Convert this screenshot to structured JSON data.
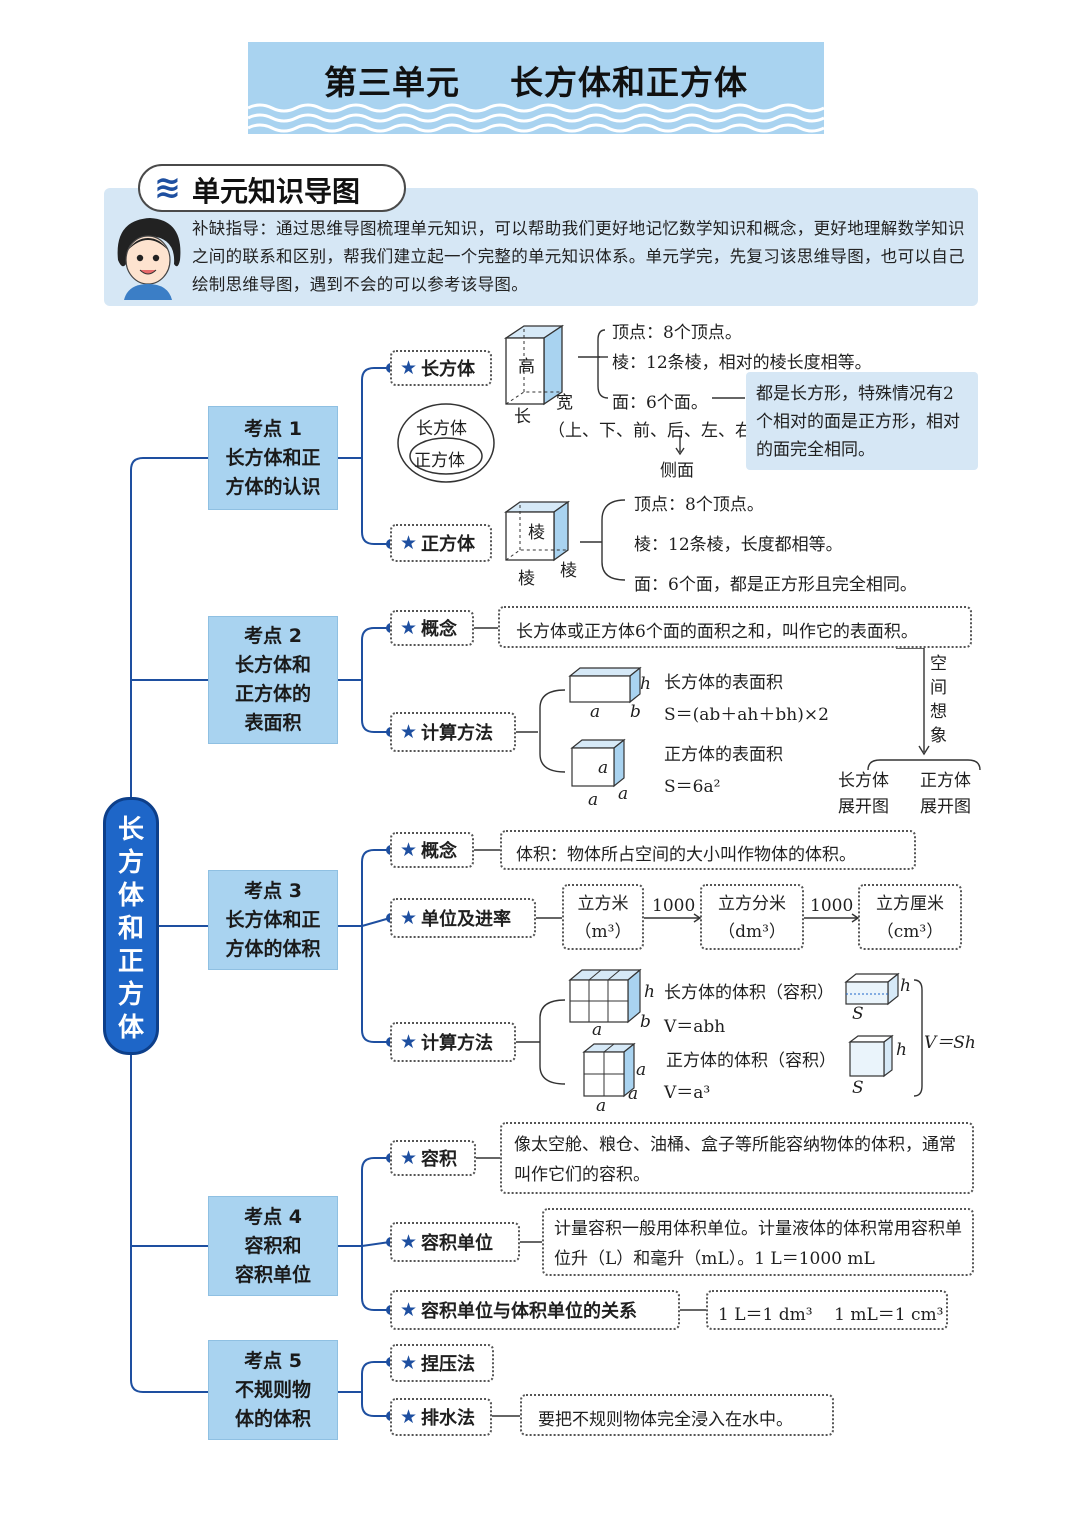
{
  "header": {
    "title": "第三单元    长方体和正方体"
  },
  "section": {
    "icon": "lines-icon",
    "title": "单元知识导图"
  },
  "tip": {
    "text": "补缺指导：通过思维导图梳理单元知识，可以帮助我们更好地记忆数学知识和概念，更好地理解数学知识之间的联系和区别，帮我们建立起一个完整的单元知识体系。单元学完，先复习该思维导图，也可以自己绘制思维导图，遇到不会的可以参考该导图。"
  },
  "root": {
    "chars": [
      "长",
      "方",
      "体",
      "和",
      "正",
      "方",
      "体"
    ]
  },
  "kp1": {
    "lines": [
      "考点 1",
      "长方体和正",
      "方体的认识"
    ],
    "cuboid": {
      "label": "长方体",
      "box_high": "高",
      "box_long": "长",
      "box_wide": "宽",
      "vertex": "顶点：8个顶点。",
      "edge": "棱：12条棱，相对的棱长度相等。",
      "face": "面：6个面。",
      "faces_list": "（上、下、前、后、左、右）",
      "side_faces": "侧面",
      "note": "都是长方形，特殊情况有2个相对的面是正方形，相对的面完全相同。"
    },
    "venn": {
      "outer": "长方体",
      "inner": "正方体"
    },
    "cube": {
      "label": "正方体",
      "edge_label": "棱",
      "vertex": "顶点：8个顶点。",
      "edge": "棱：12条棱，长度都相等。",
      "face": "面：6个面，都是正方形且完全相同。"
    }
  },
  "kp2": {
    "lines": [
      "考点 2",
      "长方体和",
      "正方体的",
      "表面积"
    ],
    "concept": {
      "label": "概念",
      "text": "长方体或正方体6个面的面积之和，叫作它的表面积。"
    },
    "method": {
      "label": "计算方法",
      "cuboid_title": "长方体的表面积",
      "cuboid_formula": "S＝(ab＋ah＋bh)×2",
      "cube_title": "正方体的表面积",
      "cube_formula": "S＝6a²",
      "var_a": "a",
      "var_b": "b",
      "var_h": "h"
    },
    "imagine": [
      "空",
      "间",
      "想",
      "象"
    ],
    "net_cuboid": [
      "长方体",
      "展开图"
    ],
    "net_cube": [
      "正方体",
      "展开图"
    ]
  },
  "kp3": {
    "lines": [
      "考点 3",
      "长方体和正",
      "方体的体积"
    ],
    "concept": {
      "label": "概念",
      "text": "体积：物体所占空间的大小叫作物体的体积。"
    },
    "units": {
      "label": "单位及进率",
      "rate1": "1000",
      "rate2": "1000",
      "items": [
        {
          "name": "立方米",
          "sym": "（m³）"
        },
        {
          "name": "立方分米",
          "sym": "（dm³）"
        },
        {
          "name": "立方厘米",
          "sym": "（cm³）"
        }
      ]
    },
    "method": {
      "label": "计算方法",
      "cuboid_title": "长方体的体积（容积）",
      "cuboid_formula": "V＝abh",
      "cube_title": "正方体的体积（容积）",
      "cube_formula": "V＝a³",
      "general": "V＝Sh",
      "var_s": "S"
    }
  },
  "kp4": {
    "lines": [
      "考点 4",
      "容积和",
      "容积单位"
    ],
    "capacity": {
      "label": "容积",
      "text": "像太空舱、粮仓、油桶、盒子等所能容纳物体的体积，通常叫作它们的容积。"
    },
    "unit": {
      "label": "容积单位",
      "text": "计量容积一般用体积单位。计量液体的体积常用容积单位升（L）和毫升（mL）。1 L＝1000 mL"
    },
    "relation": {
      "label": "容积单位与体积单位的关系",
      "text": "1 L＝1 dm³    1 mL＝1 cm³"
    }
  },
  "kp5": {
    "lines": [
      "考点 5",
      "不规则物",
      "体的体积"
    ],
    "squeeze": {
      "label": "捏压法"
    },
    "water": {
      "label": "排水法",
      "text": "要把不规则物体完全浸入在水中。"
    }
  },
  "colors": {
    "banner": "#a9d3f0",
    "accent": "#1e4fa0",
    "root": "#1e66c8",
    "tip_bg": "#d6e7f5"
  }
}
